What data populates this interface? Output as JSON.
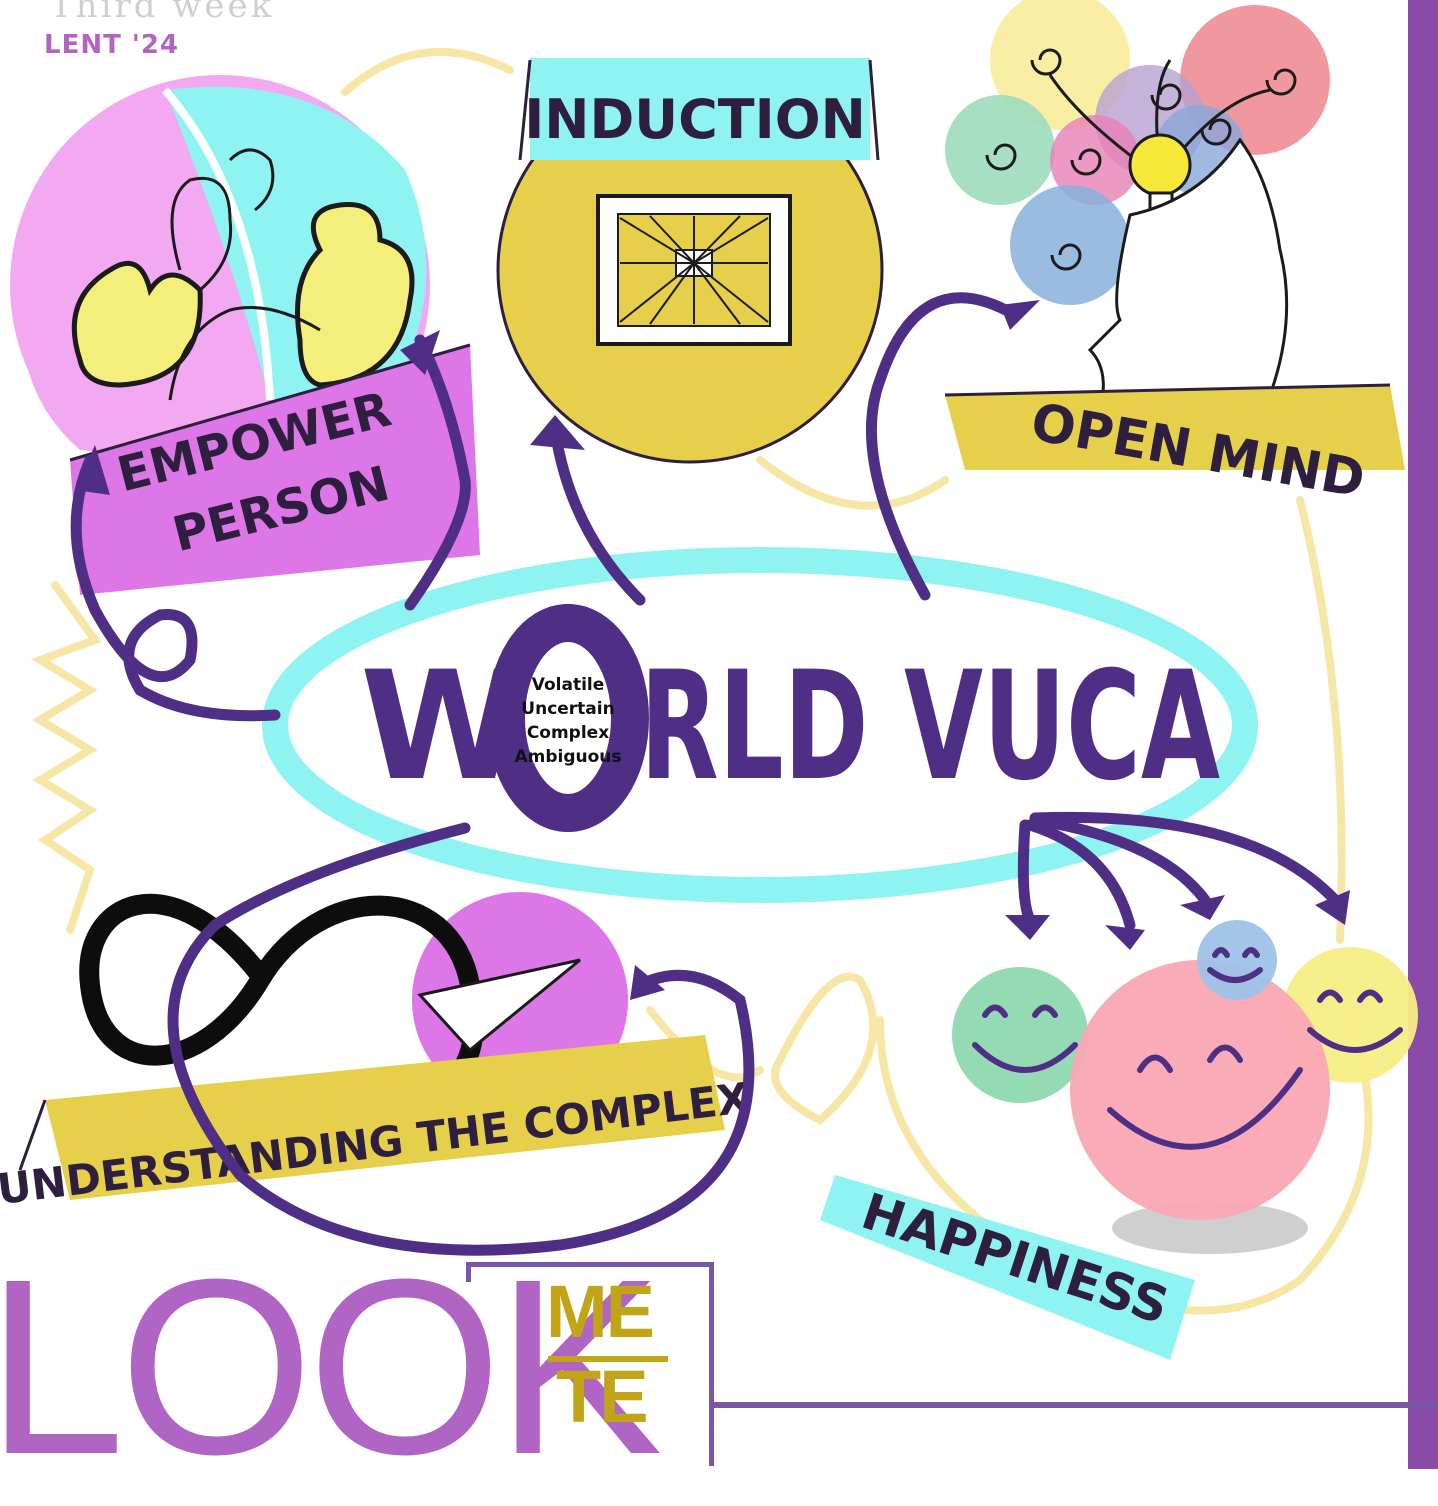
{
  "header": {
    "subtitle": "Third week",
    "period": "LENT '24"
  },
  "center": {
    "title_left": "W",
    "title_right": "RLD VUCA",
    "vuca_lines": [
      "Volatile",
      "Uncertain",
      "Complex",
      "Ambiguous"
    ]
  },
  "nodes": {
    "empower_line1": "EMPOWER",
    "empower_line2": "PERSON",
    "induction": "INDUCTION",
    "open_mind": "OPEN MIND",
    "understanding": "UNDERSTANDING THE COMPLEX",
    "happiness": "HAPPINESS"
  },
  "footer": {
    "word": "LOOK",
    "logo_top": "ME",
    "logo_bottom": "TE"
  },
  "colors": {
    "purple": "#4f2f86",
    "cyan": "#8ef3f1",
    "yellow": "#e6cf4a",
    "pink": "#f3a8f2",
    "magenta": "#dd76e6",
    "look_purple": "#b064c4",
    "logo_gold": "#c2a418"
  }
}
